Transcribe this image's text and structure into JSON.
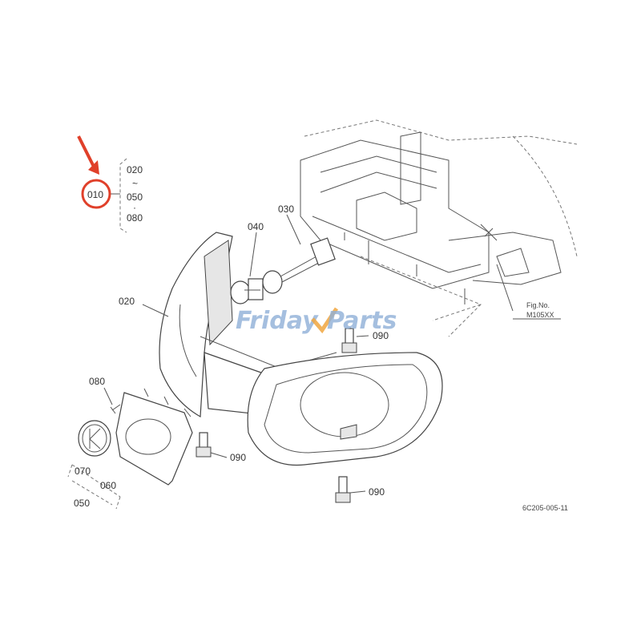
{
  "diagram": {
    "callout": {
      "label": "010",
      "color": "#e0402a"
    },
    "group_bracket": {
      "items": [
        "020",
        "~",
        "050",
        "·",
        "080"
      ]
    },
    "parts": [
      {
        "id": "020",
        "label": "020"
      },
      {
        "id": "030",
        "label": "030"
      },
      {
        "id": "040",
        "label": "040"
      },
      {
        "id": "080",
        "label": "080"
      },
      {
        "id": "070",
        "label": "070"
      },
      {
        "id": "060",
        "label": "060"
      },
      {
        "id": "050",
        "label": "050"
      },
      {
        "id": "090a",
        "label": "090"
      },
      {
        "id": "090b",
        "label": "090"
      },
      {
        "id": "090c",
        "label": "090"
      }
    ],
    "fig_ref": {
      "line1": "Fig.No.",
      "line2": "M105XX"
    },
    "drawing_code": "6C205-005-11",
    "watermark": {
      "part1": "Friday",
      "part2": "Parts",
      "color1": "#8fb0d8",
      "accent": "#f0a640"
    }
  }
}
